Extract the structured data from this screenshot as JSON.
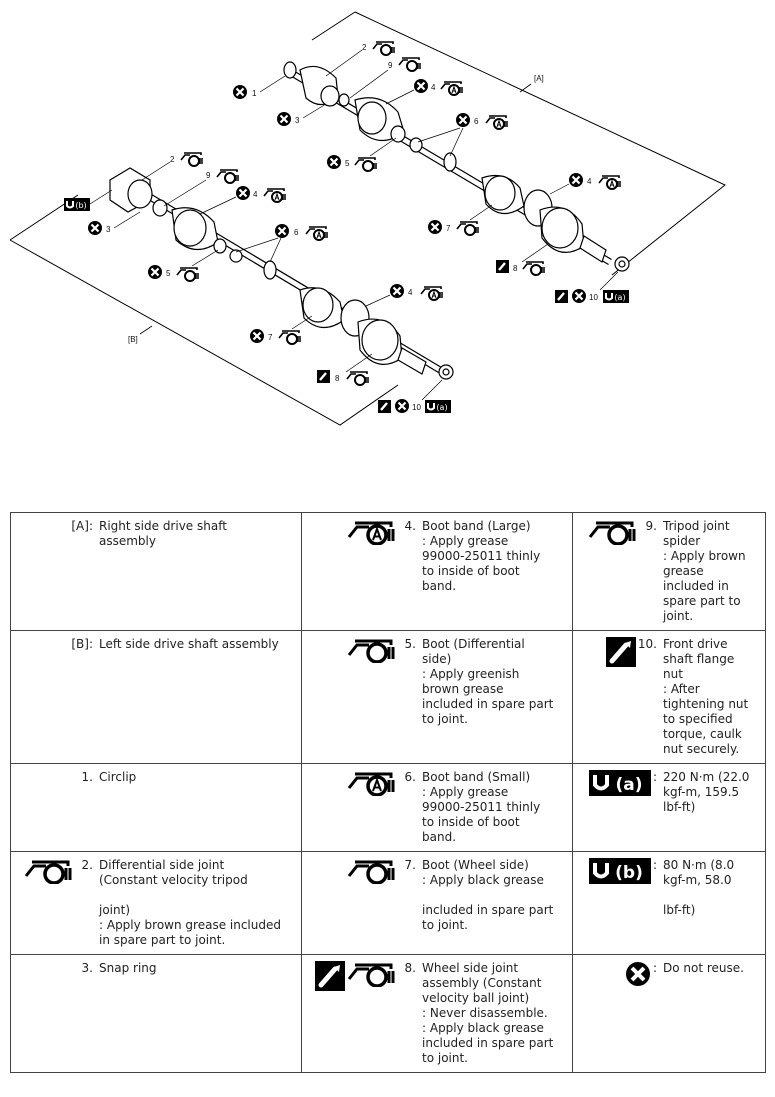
{
  "diagram": {
    "assembly_labels": {
      "a": "[A]",
      "b": "[B]"
    },
    "callouts_a": [
      "1",
      "2",
      "3",
      "9",
      "4",
      "5",
      "6",
      "4",
      "7",
      "8",
      "10"
    ],
    "callouts_b": [
      "2",
      "9",
      "3",
      "4",
      "5",
      "6",
      "4",
      "7",
      "8",
      "10"
    ]
  },
  "legend": {
    "rows": [
      [
        {
          "num": "[A]:",
          "desc": "Right side drive shaft\nassembly",
          "icons": []
        },
        {
          "num": "4.",
          "desc": "Boot band (Large)\n: Apply grease\n99000-25011 thinly\nto inside of boot\nband.",
          "icons": [
            "grease-a-icon"
          ]
        },
        {
          "num": "9.",
          "desc": "Tripod joint\nspider\n: Apply brown\ngrease\nincluded in\nspare part to\njoint.",
          "icons": [
            "grease-icon"
          ]
        }
      ],
      [
        {
          "num": "[B]:",
          "desc": "Left side drive shaft assembly",
          "icons": []
        },
        {
          "num": "5.",
          "desc": "Boot (Differential\nside)\n: Apply greenish\nbrown grease\nincluded in spare part\nto joint.",
          "icons": [
            "grease-icon"
          ]
        },
        {
          "num": "10.",
          "desc": "Front drive\nshaft flange\nnut\n: After\ntightening nut\nto specified\ntorque, caulk\nnut securely.",
          "icons": [
            "caulk-icon"
          ]
        }
      ],
      [
        {
          "num": "1.",
          "desc": "Circlip",
          "icons": []
        },
        {
          "num": "6.",
          "desc": "Boot band (Small)\n: Apply grease\n99000-25011 thinly\nto inside of boot\nband.",
          "icons": [
            "grease-a-icon"
          ]
        },
        {
          "num": ":",
          "desc": "220 N·m (22.0\nkgf-m, 159.5\nlbf-ft)",
          "icons": [
            "torque-a-icon"
          ]
        }
      ],
      [
        {
          "num": "2.",
          "desc": "Differential side joint\n(Constant velocity tripod\n\njoint)\n: Apply brown grease included\nin spare part to joint.",
          "icons": [
            "grease-icon"
          ]
        },
        {
          "num": "7.",
          "desc": "Boot (Wheel side)\n: Apply black grease\n\nincluded in spare part\nto joint.",
          "icons": [
            "grease-icon"
          ]
        },
        {
          "num": ":",
          "desc": "80 N·m (8.0\nkgf-m, 58.0\n\nlbf-ft)",
          "icons": [
            "torque-b-icon"
          ]
        }
      ],
      [
        {
          "num": "3.",
          "desc": "Snap ring",
          "icons": []
        },
        {
          "num": "8.",
          "desc": "Wheel side joint\nassembly (Constant\nvelocity ball joint)\n: Never disassemble.\n: Apply black grease\nincluded in spare part\nto joint.",
          "icons": [
            "caulk-icon",
            "grease-icon"
          ]
        },
        {
          "num": ":",
          "desc": "Do not reuse.",
          "icons": [
            "do-not-reuse-icon"
          ]
        }
      ]
    ]
  }
}
